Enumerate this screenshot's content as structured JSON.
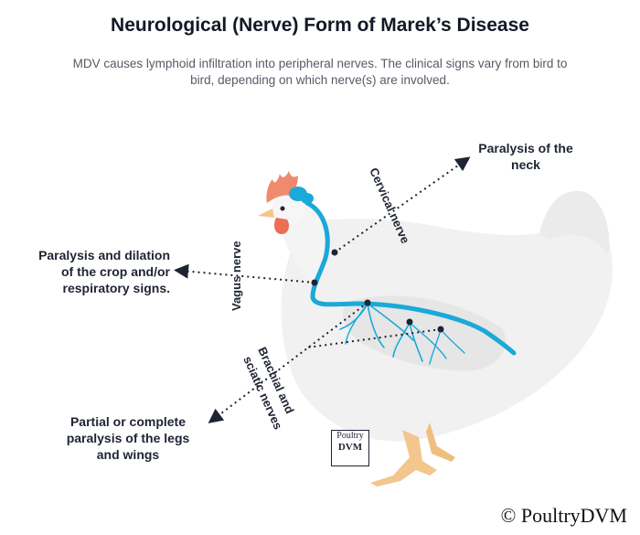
{
  "title": "Neurological (Nerve) Form of Marek’s Disease",
  "subtitle": "MDV causes lymphoid infiltration into peripheral nerves. The clinical signs vary from bird to bird, depending on which nerve(s) are involved.",
  "nerves": {
    "cervical": "Cervical nerve",
    "vagus": "Vagus nerve",
    "brachial_line1": "Brachial and",
    "brachial_line2": "sciatic nerves"
  },
  "signs": {
    "neck_line1": "Paralysis of the",
    "neck_line2": "neck",
    "crop_line1": "Paralysis and dilation",
    "crop_line2": "of the crop and/or",
    "crop_line3": "respiratory signs.",
    "legs_line1": "Partial or complete",
    "legs_line2": "paralysis of the legs",
    "legs_line3": "and wings"
  },
  "watermark": {
    "line1": "Poultry",
    "line2": "DVM"
  },
  "copyright": "© PoultryDVM",
  "colors": {
    "nerve": "#1aa9d8",
    "bird_body": "#f1f1f1",
    "comb": "#f08a6e",
    "feet": "#f2c68c",
    "text": "#1e2433"
  }
}
